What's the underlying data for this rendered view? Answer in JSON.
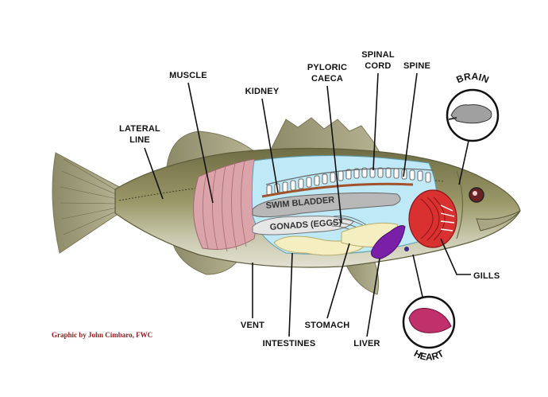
{
  "colors": {
    "fish_body": "#8c8a60",
    "fish_belly": "#d8d8c4",
    "cavity": "#bfe9f7",
    "muscle": "#d9a3a8",
    "swim_bladder": "#b8b8b8",
    "gills": "#d93030",
    "liver": "#7a1fa8",
    "stomach": "#f5eec0",
    "heart": "#c0306a",
    "kidney": "#a0522d",
    "credit_text": "#8b1a1a"
  },
  "labels": {
    "lateral_line": [
      "LATERAL",
      "LINE"
    ],
    "muscle": "MUSCLE",
    "kidney": "KIDNEY",
    "pyloric_caeca": [
      "PYLORIC",
      "CAECA"
    ],
    "spinal_cord": [
      "SPINAL",
      "CORD"
    ],
    "spine": "SPINE",
    "brain": "BRAIN",
    "gills": "GILLS",
    "vent": "VENT",
    "intestines": "INTESTINES",
    "stomach": "STOMACH",
    "liver": "LIVER",
    "heart": "HEART",
    "swim_bladder": "SWIM BLADDER",
    "gonads": "GONADS (EGGS)"
  },
  "credit": "Graphic by John Cimbaro, FWC"
}
